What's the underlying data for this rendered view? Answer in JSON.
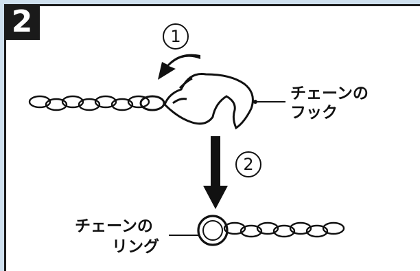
{
  "step_number": "2",
  "markers": {
    "first": "1",
    "second": "2"
  },
  "labels": {
    "hook_line1": "チェーンの",
    "hook_line2": "フック",
    "ring_line1": "チェーンの",
    "ring_line2": "リング"
  }
}
